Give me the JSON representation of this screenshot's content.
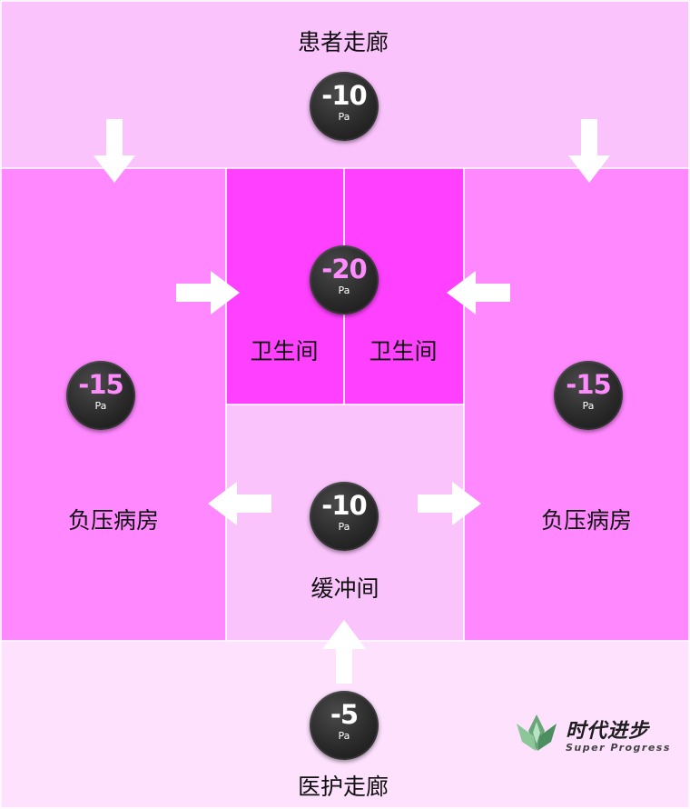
{
  "colors": {
    "patient_corridor": "#fac3fc",
    "ward": "#ff88ff",
    "bathroom": "#ff40ff",
    "buffer": "#fac3fc",
    "medical_corridor": "#fde1fd",
    "badge_value_white": "#ffffff",
    "badge_value_pink": "#ff8cff"
  },
  "rooms": {
    "patient_corridor": {
      "name": "患者走廊",
      "pressure": "-10",
      "unit": "Pa"
    },
    "bathroom_left": {
      "name": "卫生间"
    },
    "bathroom_right": {
      "name": "卫生间"
    },
    "bathroom_pressure": {
      "pressure": "-20",
      "unit": "Pa"
    },
    "ward_left": {
      "name": "负压病房",
      "pressure": "-15",
      "unit": "Pa"
    },
    "ward_right": {
      "name": "负压病房",
      "pressure": "-15",
      "unit": "Pa"
    },
    "buffer": {
      "name": "缓冲间",
      "pressure": "-10",
      "unit": "Pa"
    },
    "medical_corridor": {
      "name": "医护走廊",
      "pressure": "-5",
      "unit": "Pa"
    }
  },
  "logo": {
    "cn": "时代进步",
    "en": "Super Progress",
    "icon": "lotus-logo-icon"
  },
  "icons": {
    "arrow": "airflow-arrow-icon"
  }
}
